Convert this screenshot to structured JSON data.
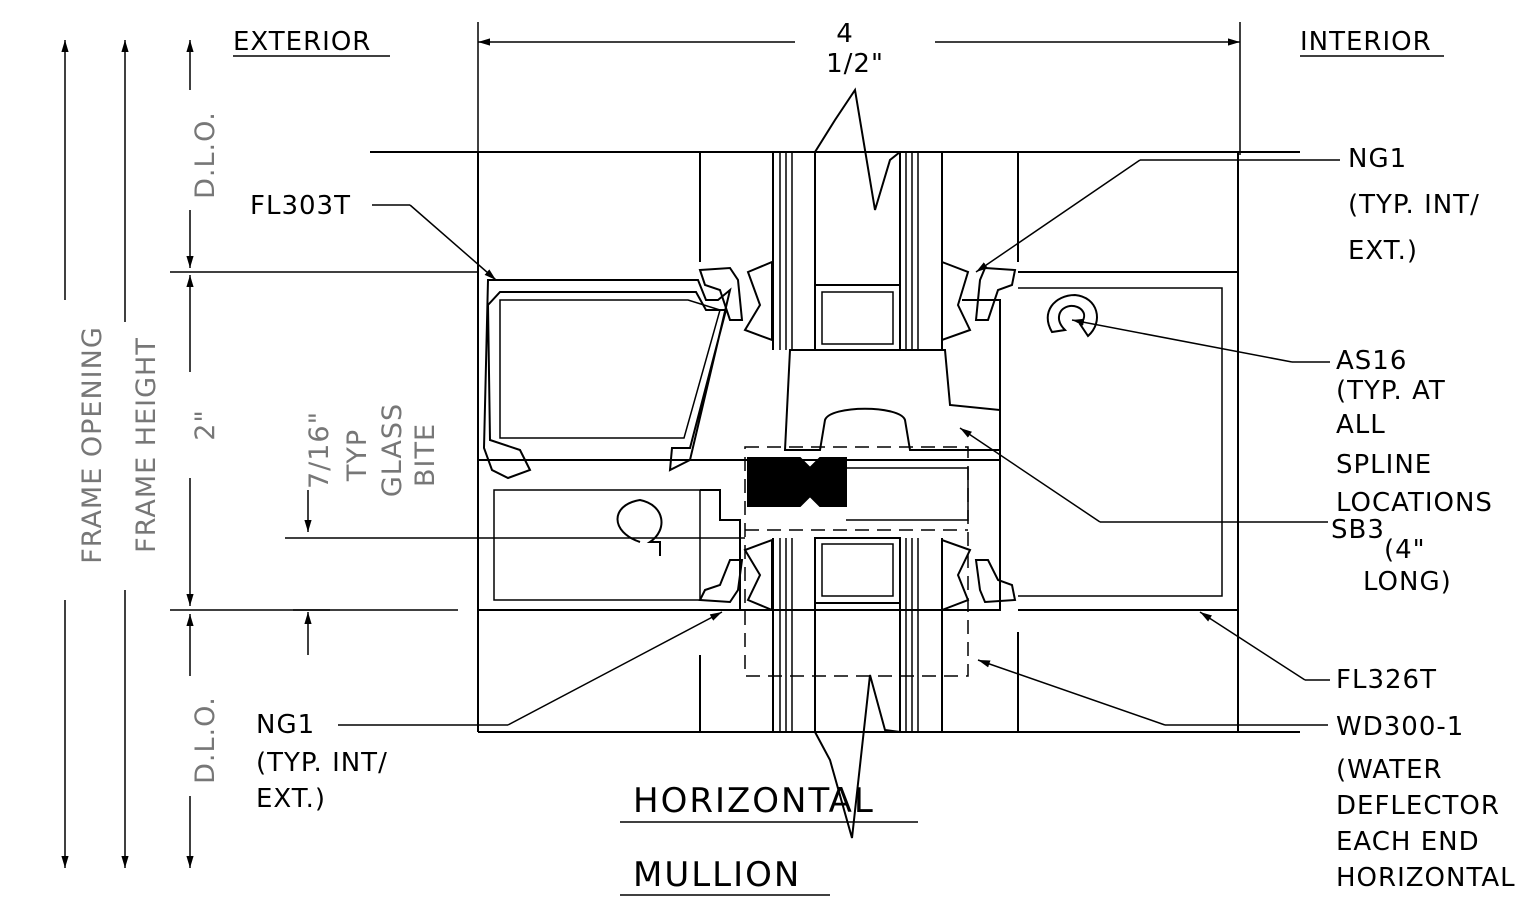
{
  "top": {
    "exterior": "EXTERIOR",
    "interior": "INTERIOR",
    "width_dim_1": "4",
    "width_dim_2": "1/2\""
  },
  "left_dims": {
    "dlo_top": "D.L.O.",
    "dlo_bottom": "D.L.O.",
    "height_2": "2\"",
    "frame_height": "FRAME HEIGHT",
    "frame_opening": "FRAME OPENING",
    "glass_bite_dim": "7/16\"",
    "glass_bite_typ": "TYP",
    "glass_bite_glass": "GLASS",
    "glass_bite_bite": "BITE"
  },
  "callouts": {
    "fl303t": "FL303T",
    "ng1_top_1": "NG1",
    "ng1_top_2": "(TYP. INT/",
    "ng1_top_3": "EXT.)",
    "as16_1": "AS16",
    "as16_2": "(TYP. AT",
    "as16_3": "ALL",
    "as16_4": "SPLINE",
    "as16_5": "LOCATIONS",
    "sb3_1": "SB3",
    "sb3_2": "(4\"",
    "sb3_3": "LONG)",
    "fl326t": "FL326T",
    "wd300_1": "WD300-1",
    "wd300_2": "(WATER",
    "wd300_3": "DEFLECTOR",
    "wd300_4": "EACH END",
    "wd300_5": "HORIZONTAL",
    "ng1_bot_1": "NG1",
    "ng1_bot_2": "(TYP. INT/",
    "ng1_bot_3": "EXT.)"
  },
  "title_line_1": "HORIZONTAL",
  "title_line_2": "MULLION"
}
